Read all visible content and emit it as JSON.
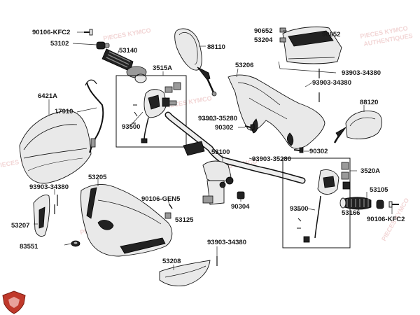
{
  "labels": {
    "l_90106_kfc2_top": "90106-KFC2",
    "l_53102": "53102",
    "l_53140": "53140",
    "l_88110": "88110",
    "l_90652_a": "90652",
    "l_53204": "53204",
    "l_90652_b": "90652",
    "l_93903_34380_a": "93903-34380",
    "l_93903_34380_b": "93903-34380",
    "l_3515a": "3515A",
    "l_6421a": "6421A",
    "l_17910": "17910",
    "l_53206": "53206",
    "l_88120": "88120",
    "l_93500_left": "93500",
    "l_93903_35280_a": "93903-35280",
    "l_90302_a": "90302",
    "l_90302_b": "90302",
    "l_53100": "53100",
    "l_93903_35280_b": "93903-35280",
    "l_3520a": "3520A",
    "l_53205": "53205",
    "l_93903_34380_c": "93903-34380",
    "l_90106_gen5": "90106-GEN5",
    "l_53105": "53105",
    "l_90304": "90304",
    "l_93500_right": "93500",
    "l_53166": "53166",
    "l_90106_kfc2_bottom": "90106-KFC2",
    "l_53207": "53207",
    "l_53125": "53125",
    "l_83551": "83551",
    "l_93903_34380_d": "93903-34380",
    "l_53208": "53208"
  },
  "watermark": {
    "line1": "PIECES KYMCO",
    "line2": "AUTHENTIQUES"
  },
  "colors": {
    "accent": "#c0392b",
    "watermark": "#e8b4b4",
    "ink": "#1a1a1a"
  },
  "icons": {
    "logo": "red-shield-logo-icon"
  }
}
